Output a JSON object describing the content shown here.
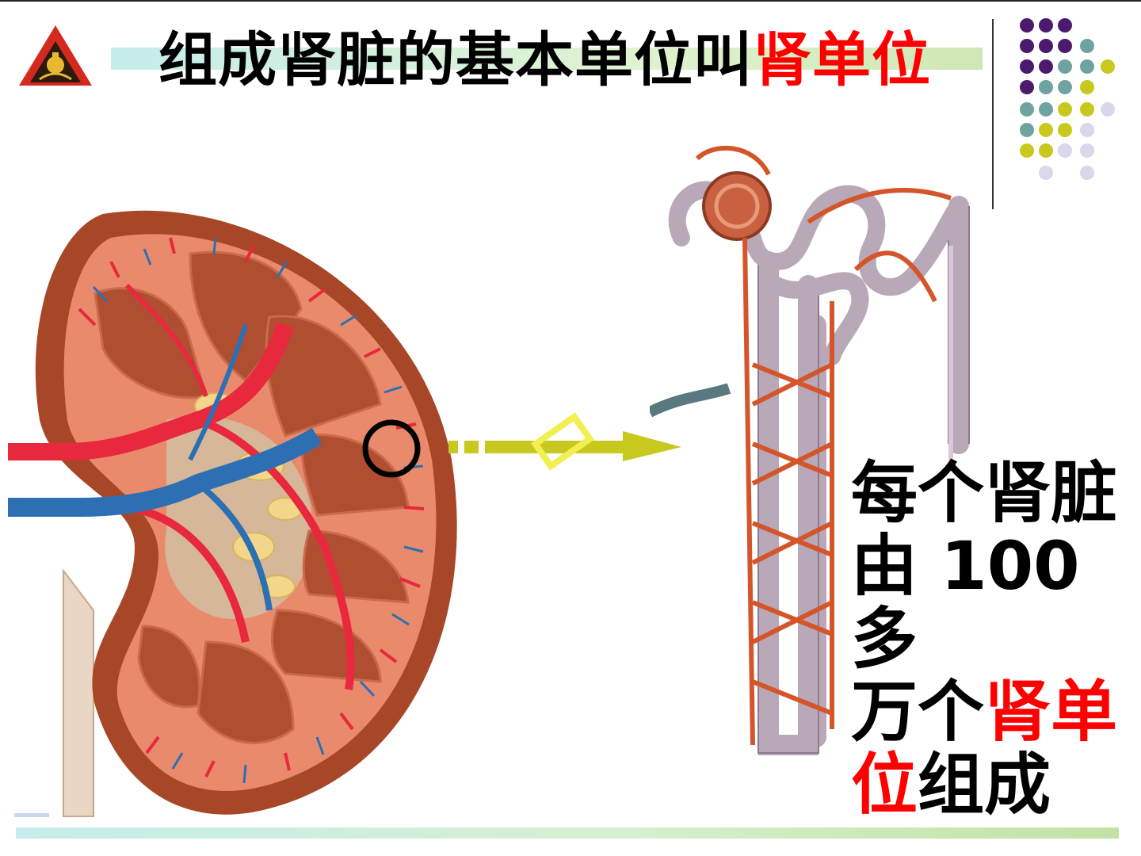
{
  "slide": {
    "title_main": "组成肾脏的基本单位叫",
    "title_highlight": "肾单位",
    "caption": {
      "line1": "每个肾脏",
      "line2": "由 100 多",
      "line3_plain": "万个",
      "line3_highlight": "肾单",
      "line4_highlight": "位",
      "line4_plain": "组成"
    }
  },
  "colors": {
    "highlight": "#ff0000",
    "dot_purple": "#4b1a6e",
    "dot_teal": "#6fa3a0",
    "dot_yellow": "#c8c81e",
    "dot_lavender": "#d8d8ea",
    "arrow": "#c8c81e",
    "artery": "#e8283c",
    "vein": "#2d6fb3"
  },
  "icons": {
    "logo": "school-emblem-icon",
    "arrow": "right-arrow-icon",
    "circle": "magnifier-circle-icon"
  }
}
